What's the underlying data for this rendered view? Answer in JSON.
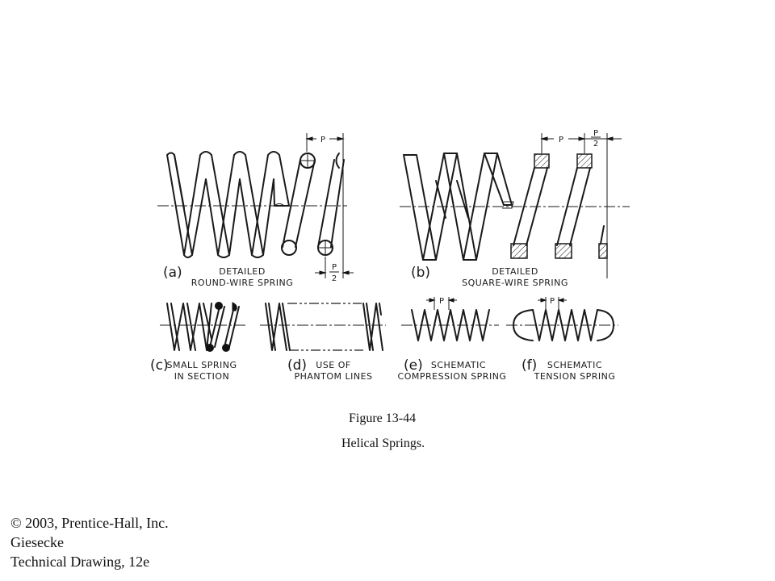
{
  "figure": {
    "number": "Figure 13-44",
    "title": "Helical Springs."
  },
  "panels": {
    "a": {
      "letter": "(a)",
      "line1": "DETAILED",
      "line2": "ROUND-WIRE SPRING",
      "pitch": "P",
      "half_num": "P",
      "half_den": "2"
    },
    "b": {
      "letter": "(b)",
      "line1": "DETAILED",
      "line2": "SQUARE-WIRE SPRING",
      "pitch": "P",
      "half_num": "P",
      "half_den": "2"
    },
    "c": {
      "letter": "(c)",
      "line1": "SMALL SPRING",
      "line2": "IN SECTION"
    },
    "d": {
      "letter": "(d)",
      "line1": "USE OF",
      "line2": "PHANTOM LINES"
    },
    "e": {
      "letter": "(e)",
      "line1": "SCHEMATIC",
      "line2": "COMPRESSION SPRING",
      "pitch": "P"
    },
    "f": {
      "letter": "(f)",
      "line1": "SCHEMATIC",
      "line2": "TENSION SPRING",
      "pitch": "P"
    }
  },
  "credits": {
    "line1": "© 2003, Prentice-Hall, Inc.",
    "line2": "Giesecke",
    "line3": "Technical Drawing, 12e"
  }
}
